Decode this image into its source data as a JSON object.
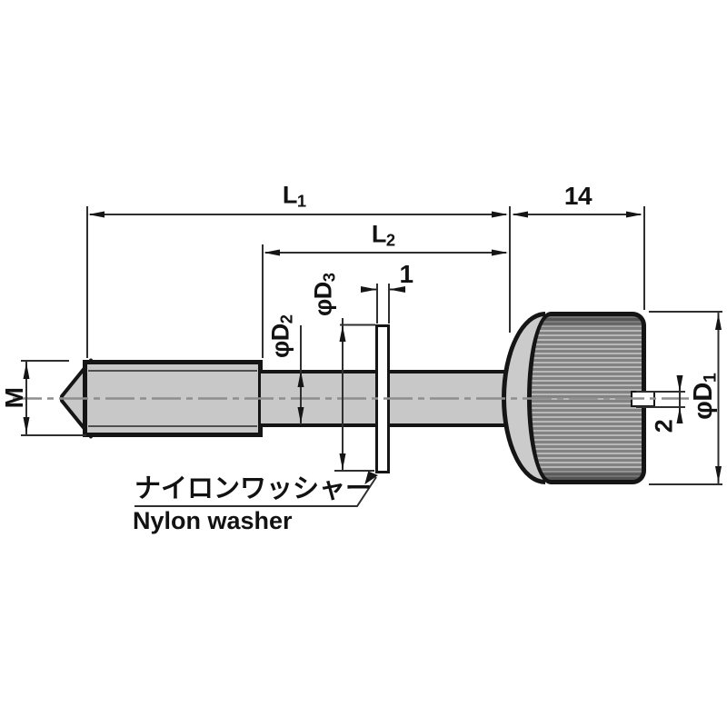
{
  "drawing": {
    "type": "engineering-dimension-drawing",
    "part": "knurled thumb screw with nylon washer",
    "labels": {
      "l1": {
        "base": "L",
        "sub": "1"
      },
      "l2": {
        "base": "L",
        "sub": "2"
      },
      "head_width": "14",
      "washer_thickness": "1",
      "washer_dia": {
        "base": "φD",
        "sub": "3"
      },
      "shank_dia": {
        "base": "φD",
        "sub": "2"
      },
      "head_dia": {
        "base": "φD",
        "sub": "1"
      },
      "thread_size": "M",
      "slot_width": "2"
    },
    "callout": {
      "jp": "ナイロンワッシャー",
      "en": "Nylon washer"
    },
    "colors": {
      "background": "#ffffff",
      "outline": "#151515",
      "body_fill": "#c8c8c8",
      "knurl_light": "#b9b9b9",
      "knurl_dark": "#828282",
      "dimension_line": "#2f2f2f",
      "centerline": "#8e8e8e",
      "text": "#121212"
    }
  }
}
